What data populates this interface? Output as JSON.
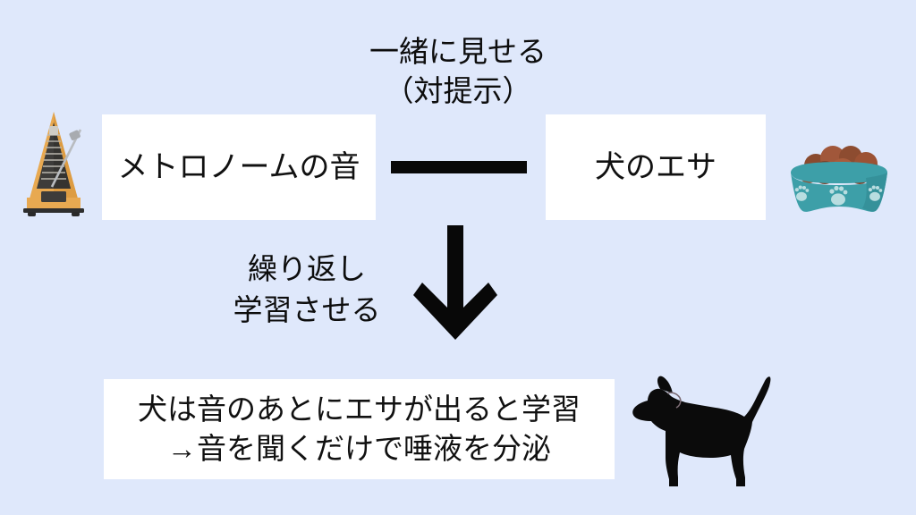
{
  "slide": {
    "background_color": "#dfe8fb",
    "title_text_color": "#0d0d0d",
    "box_fill_color": "#ffffff",
    "connector_color": "#080808",
    "arrow_color": "#080808"
  },
  "captions": {
    "top": "一緒に見せる\n（対提示）",
    "middle": "繰り返し\n学習させる"
  },
  "boxes": {
    "conditioned_stimulus": "メトロノームの音",
    "unconditioned_stimulus": "犬のエサ",
    "result_line1": "犬は音のあとにエサが出ると学習",
    "result_line2": "→音を聞くだけで唾液を分泌"
  },
  "illustrations": {
    "metronome": {
      "name": "metronome-icon",
      "body_color": "#e8a951",
      "body_shade_color": "#d9933c",
      "panel_color": "#3a3a38",
      "rod_color": "#b9bcc0",
      "base_color": "#2e2e2e"
    },
    "dog_bowl": {
      "name": "dog-food-bowl-icon",
      "bowl_color": "#3d9fa8",
      "bowl_shade_color": "#2f838c",
      "paw_color": "#b9dde0",
      "kibble_colors": [
        "#8c4a2f",
        "#a8583a",
        "#7a3f28",
        "#9c5134"
      ]
    },
    "dog": {
      "name": "dog-silhouette-icon",
      "color": "#0b0b0b",
      "ear_outline_color": "#7a6a72"
    }
  }
}
